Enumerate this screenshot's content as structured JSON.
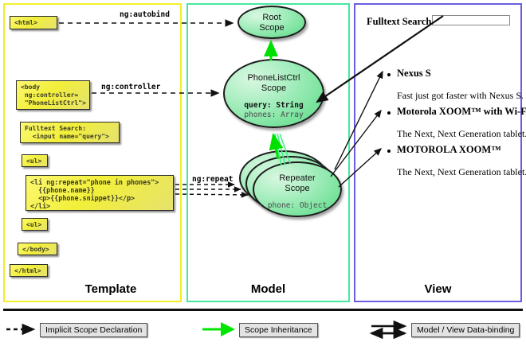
{
  "columns": [
    {
      "key": "template",
      "label": "Template",
      "border_color": "#f2ee2a"
    },
    {
      "key": "model",
      "label": "Model",
      "border_color": "#45e8a0"
    },
    {
      "key": "view",
      "label": "View",
      "border_color": "#6a5de0"
    }
  ],
  "template": {
    "boxes": [
      {
        "name": "html-open-tag",
        "text": "<html>"
      },
      {
        "name": "body-controller-tag",
        "text": "<body\n ng:controller=\n \"PhoneListCtrl\">"
      },
      {
        "name": "fulltext-search-tag",
        "text": "Fulltext Search:\n  <input name=\"query\">"
      },
      {
        "name": "ul-open-tag",
        "text": "<ul>"
      },
      {
        "name": "li-repeat-tag",
        "text": "<li ng:repeat=\"phone in phones\">\n  {{phone.name}}\n  <p>{{phone.snippet}}</p>\n</li>"
      },
      {
        "name": "ul-close-tag",
        "text": "<ul>"
      },
      {
        "name": "body-close-tag",
        "text": "</body>"
      },
      {
        "name": "html-close-tag",
        "text": "</html>"
      }
    ]
  },
  "connectors": [
    {
      "name": "ng-autobind",
      "label": "ng:autobind"
    },
    {
      "name": "ng-controller",
      "label": "ng:controller"
    },
    {
      "name": "ng-repeat",
      "label": "ng:repeat"
    }
  ],
  "model": {
    "scopes": [
      {
        "name": "root-scope",
        "title_line1": "Root",
        "title_line2": "Scope",
        "props": []
      },
      {
        "name": "phonelistctrl-scope",
        "title_line1": "PhoneListCtrl",
        "title_line2": "Scope",
        "props": [
          {
            "text": "query: String",
            "emphasis": "strong"
          },
          {
            "text": "phones: Array",
            "emphasis": "dim"
          }
        ]
      },
      {
        "name": "repeater-scope",
        "title_line1": "Repeater",
        "title_line2": "Scope",
        "props": [
          {
            "text": "phone: Object",
            "emphasis": "dim"
          }
        ]
      }
    ]
  },
  "view": {
    "search_label": "Fulltext Search:",
    "search_value": "",
    "search_placeholder": "",
    "phones": [
      {
        "name": "Nexus S",
        "snippet": "Fast just got faster with Nexus S."
      },
      {
        "name": "Motorola XOOM™  with Wi-Fi",
        "snippet": "The Next, Next Generation tablet."
      },
      {
        "name": "MOTOROLA XOOM™",
        "snippet": "The Next, Next Generation tablet."
      }
    ]
  },
  "legend": [
    {
      "name": "legend-implicit-scope-declaration",
      "label": "Implicit Scope Declaration",
      "marker": "dashed-arrow",
      "color": "#111111"
    },
    {
      "name": "legend-scope-inheritance",
      "label": "Scope Inheritance",
      "marker": "green-arrow",
      "color": "#00e600"
    },
    {
      "name": "legend-data-binding",
      "label": "Model / View Data-binding",
      "marker": "double-arrow",
      "color": "#111111"
    }
  ]
}
